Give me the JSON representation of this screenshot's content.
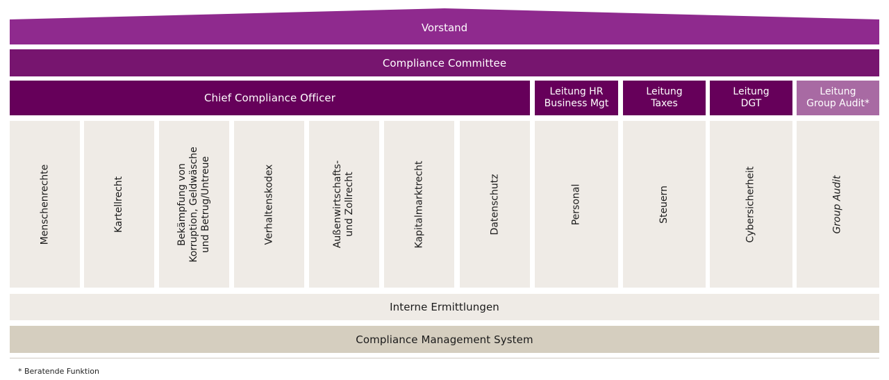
{
  "colors": {
    "vorstand": "#8f2a8e",
    "committee": "#77156f",
    "cco": "#66005a",
    "lead": "#66005a",
    "lead_advisory": "#a86aa3",
    "column": "#efebe6",
    "cms": "#d5cebf"
  },
  "levels": {
    "vorstand": "Vorstand",
    "committee": "Compliance Committee",
    "cco": "Chief Compliance Officer"
  },
  "leads": [
    "Leitung HR\nBusiness Mgt",
    "Leitung\nTaxes",
    "Leitung\nDGT",
    "Leitung\nGroup Audit*"
  ],
  "columns": [
    "Menschenrechte",
    "Kartellrecht",
    "Bekämpfung von\nKorruption, Geldwäsche\nund Betrug/Untreue",
    "Verhaltenskodex",
    "Außenwirtschafts-\nund Zollrecht",
    "Kapitalmarktrecht",
    "Datenschutz",
    "Personal",
    "Steuern",
    "Cybersicherheit",
    "Group Audit"
  ],
  "bottom": {
    "investigations": "Interne Ermittlungen",
    "cms": "Compliance Management System"
  },
  "footnote": "* Beratende Funktion"
}
